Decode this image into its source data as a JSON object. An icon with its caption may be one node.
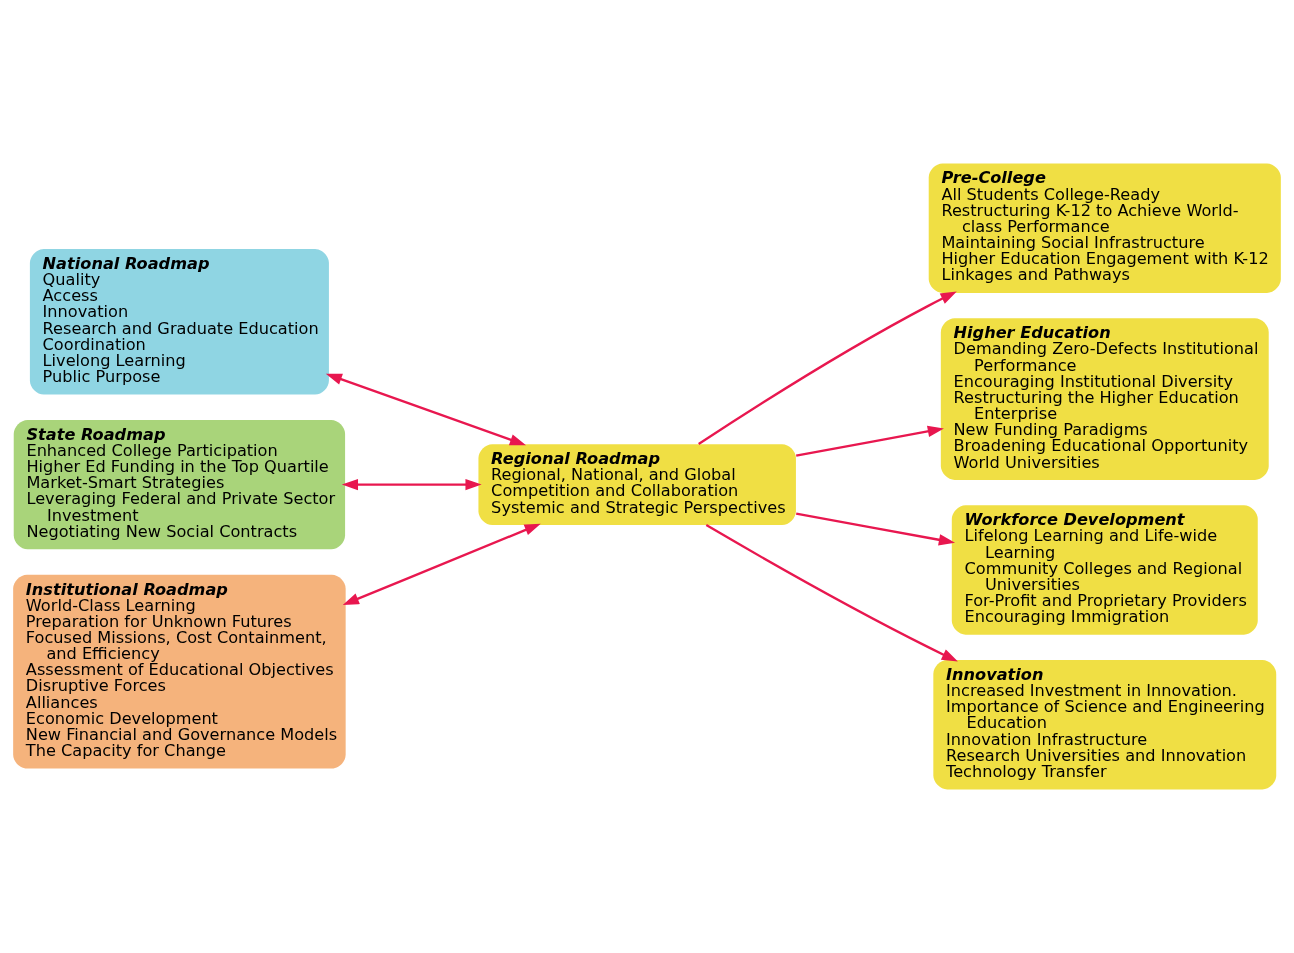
{
  "diagram": {
    "nodes": [
      {
        "text": [
          "National Roadmap",
          "Quality",
          "Access",
          "Innovation",
          "Research and Graduate Education",
          "Coordination",
          "Livelong Learning",
          "Public Purpose"
        ]
      },
      {
        "text": [
          "State Roadmap",
          "Enhanced College Participation",
          "Higher Ed Funding in the Top Quartile",
          "Market-Smart Strategies",
          "Leveraging Federal and Private Sector Investment",
          "Negotiating New Social Contracts"
        ]
      },
      {
        "text": [
          "Institutional Roadmap",
          "World-Class Learning",
          "Preparation for Unknown Futures",
          "Focused Missions, Cost Containment, and Efficiency",
          "Assessment of Educational Objectives",
          "Disruptive Forces",
          "Alliances",
          "Economic Development",
          "New Financial and Governance Models",
          "The Capacity for Change"
        ]
      },
      {
        "text": [
          "Regional Roadmap",
          "Regional, National, and Global",
          "Competition and Collaboration",
          "Systemic and Strategic Perspectives"
        ]
      },
      {
        "text": [
          "Pre-College",
          "All Students College-Ready",
          "Restructuring K-12 to Achieve World-class Performance",
          "Maintaining Social Infrastructure",
          "Higher Education Engagement with K-12",
          "Linkages and Pathways"
        ]
      },
      {
        "text": [
          "Higher Education",
          "Demanding Zero-Defects Institutional Performance",
          "Encouraging Institutional Diversity",
          "Restructuring the Higher Education Enterprise",
          "New Funding Paradigms",
          "Broadening Educational Opportunity",
          "World Universities"
        ]
      },
      {
        "text": [
          "Workforce Development",
          "Lifelong Learning and Life-wide Learning",
          "Community Colleges and Regional Universities",
          "For-Profit and Proprietary Providers",
          "Encouraging Immigration"
        ]
      },
      {
        "text": [
          "Innovation",
          "Increased Investment in Innovation.",
          "Importance of Science and Engineering Education",
          "Innovation Infrastructure",
          "Research Universities and Innovation",
          "Technology Transfer"
        ]
      }
    ],
    "edges": [
      {
        "from": 0,
        "to": 3,
        "arrow": "both"
      },
      {
        "from": 1,
        "to": 3,
        "arrow": "both"
      },
      {
        "from": 2,
        "to": 3,
        "arrow": "both"
      },
      {
        "from": 3,
        "to": 4,
        "arrow": "to"
      },
      {
        "from": 3,
        "to": 5,
        "arrow": "to"
      },
      {
        "from": 3,
        "to": 6,
        "arrow": "to"
      },
      {
        "from": 3,
        "to": 7,
        "arrow": "to"
      }
    ]
  }
}
